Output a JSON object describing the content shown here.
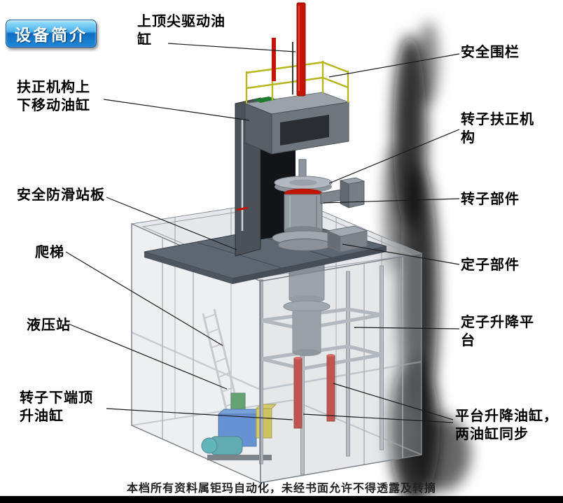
{
  "page": {
    "badge": "设备简介",
    "footer": "本档所有资料属钜玛自动化，未经书面允许不得透露及转摘"
  },
  "labels": {
    "top_drive_cylinder": "上顶尖驱动油\n缸",
    "safety_fence": "安全围栏",
    "centering_lift_cylinder": "扶正机构上\n下移动油缸",
    "rotor_centering_mechanism": "转子扶正机\n构",
    "anti_slip_platform": "安全防滑站板",
    "rotor_component": "转子部件",
    "ladder": "爬梯",
    "stator_component": "定子部件",
    "hydraulic_station": "液压站",
    "stator_lifting_platform": "定子升降平\n台",
    "rotor_bottom_jack_cylinder": "转子下端顶\n升油缸",
    "platform_lift_cylinders": "平台升降油缸，\n两油缸同步"
  },
  "colors": {
    "badge_blue": "#0d6cc0",
    "badge_blue_light": "#9fe4fb",
    "cylinder_red": "#c41407",
    "fence_yellow": "#b6b61e",
    "hydraulic_blue": "#2f6fd0",
    "hydraulic_yellow": "#d8c61f",
    "pump_teal": "#27989f",
    "manifold_green": "#2e8b40",
    "machine_gray": "#8a9097",
    "deck_gray": "#5d6771"
  }
}
